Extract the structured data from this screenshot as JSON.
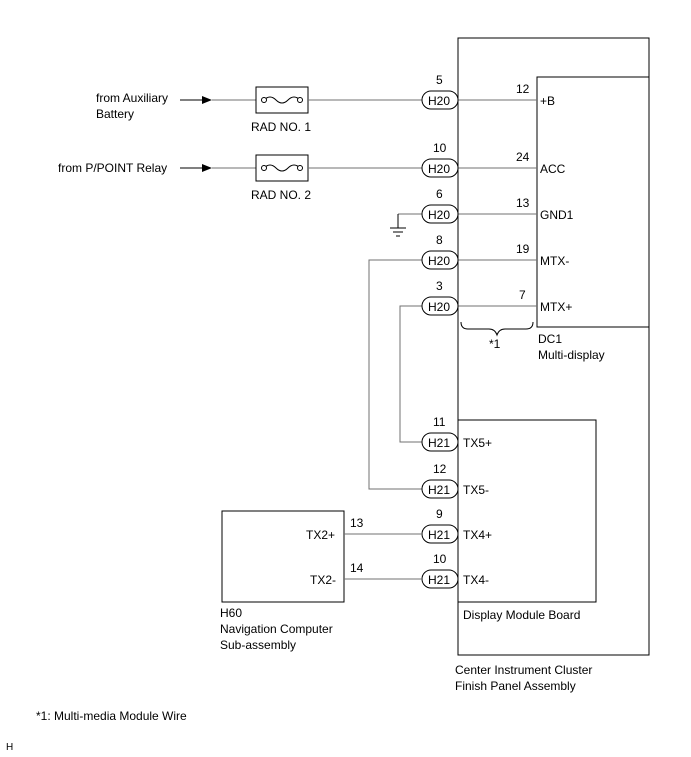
{
  "diagram": {
    "sources": {
      "aux_battery": [
        "from Auxiliary",
        "Battery"
      ],
      "ppoint_relay": "from P/POINT Relay"
    },
    "fuses": {
      "rad1": "RAD NO. 1",
      "rad2": "RAD NO. 2"
    },
    "connectors": {
      "h20_1": {
        "label": "H20",
        "pin": "5"
      },
      "h20_2": {
        "label": "H20",
        "pin": "10"
      },
      "h20_3": {
        "label": "H20",
        "pin": "6"
      },
      "h20_4": {
        "label": "H20",
        "pin": "8"
      },
      "h20_5": {
        "label": "H20",
        "pin": "3"
      },
      "h21_1": {
        "label": "H21",
        "pin": "11"
      },
      "h21_2": {
        "label": "H21",
        "pin": "12"
      },
      "h21_3": {
        "label": "H21",
        "pin": "9"
      },
      "h21_4": {
        "label": "H21",
        "pin": "10"
      }
    },
    "dc1": {
      "name": "DC1",
      "desc": "Multi-display",
      "pins": [
        {
          "num": "12",
          "name": "+B"
        },
        {
          "num": "24",
          "name": "ACC"
        },
        {
          "num": "13",
          "name": "GND1"
        },
        {
          "num": "19",
          "name": "MTX-"
        },
        {
          "num": "7",
          "name": "MTX+"
        }
      ]
    },
    "display_board": {
      "name": "Display Module Board",
      "pins": [
        "TX5+",
        "TX5-",
        "TX4+",
        "TX4-"
      ]
    },
    "cluster": [
      "Center Instrument Cluster",
      "Finish Panel Assembly"
    ],
    "nav": {
      "code": "H60",
      "name": [
        "Navigation Computer",
        "Sub-assembly"
      ],
      "pins": [
        {
          "num": "13",
          "name": "TX2+"
        },
        {
          "num": "14",
          "name": "TX2-"
        }
      ]
    },
    "wire_marker": "*1",
    "footnote": "*1: Multi-media Module Wire",
    "corner_label": "H"
  }
}
